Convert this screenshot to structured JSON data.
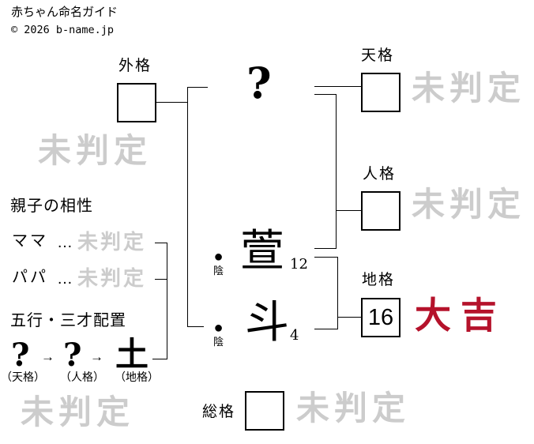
{
  "page": {
    "title": "赤ちゃん命名ガイド",
    "copyright": "© 2026 b-name.jp"
  },
  "name": {
    "surname_placeholder": "?",
    "chars": [
      {
        "char": "萱",
        "strokes": "12",
        "yin_symbol": "●",
        "yin_label": "陰"
      },
      {
        "char": "斗",
        "strokes": "4",
        "yin_symbol": "●",
        "yin_label": "陰"
      }
    ]
  },
  "kaku": {
    "gaikaku": {
      "label": "外格",
      "result": "未判定"
    },
    "tenkaku": {
      "label": "天格",
      "result": "未判定"
    },
    "jinkaku": {
      "label": "人格",
      "result": "未判定"
    },
    "chikaku": {
      "label": "地格",
      "value": "16",
      "result": "大吉"
    },
    "soukaku": {
      "label": "総格",
      "result": "未判定"
    },
    "sansai_result": "未判定"
  },
  "compatibility": {
    "heading": "親子の相性",
    "rows": [
      {
        "label": "ママ",
        "dots": "…",
        "result": "未判定"
      },
      {
        "label": "パパ",
        "dots": "…",
        "result": "未判定"
      }
    ]
  },
  "gogyou": {
    "heading": "五行・三才配置",
    "arrow": "→",
    "elements": [
      {
        "value": "?",
        "label": "（天格）"
      },
      {
        "value": "?",
        "label": "（人格）"
      },
      {
        "value": "土",
        "label": "（地格）"
      }
    ]
  },
  "colors": {
    "daikichi_red": "#b5122b",
    "watermark_gray": "#cccccc",
    "line_black": "#000000"
  }
}
